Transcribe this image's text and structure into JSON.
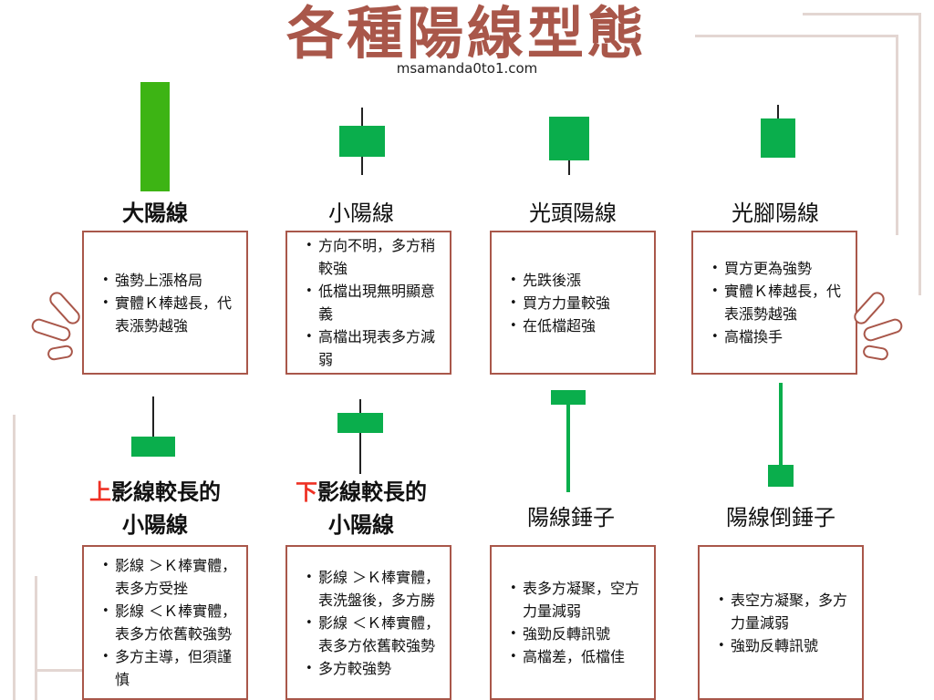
{
  "header": {
    "title": "各種陽線型態",
    "subtitle": "msamanda0to1.com"
  },
  "colors": {
    "title": "#a9574a",
    "box_border": "#a9574a",
    "candle_bright": "#3db414",
    "candle_green": "#0aae4c",
    "highlight": "#ee3124",
    "wick": "#222222"
  },
  "patterns": [
    {
      "name": "大陽線",
      "items": [
        "強勢上漲格局",
        "實體Ｋ棒越長，代表漲勢越強"
      ]
    },
    {
      "name": "小陽線",
      "items": [
        "方向不明，多方稍較強",
        "低檔出現無明顯意義",
        "高檔出現表多方減弱"
      ]
    },
    {
      "name": "光頭陽線",
      "items": [
        "先跌後漲",
        "買方力量較強",
        "在低檔超強"
      ]
    },
    {
      "name": "光腳陽線",
      "items": [
        "買方更為強勢",
        "實體Ｋ棒越長，代表漲勢越強",
        "高檔換手"
      ]
    },
    {
      "name_highlight": "上",
      "name_rest": "影線較長的",
      "name_line2": "小陽線",
      "items": [
        "影線 ＞Ｋ棒實體，表多方受挫",
        "影線 ＜Ｋ棒實體，表多方依舊較強勢",
        "多方主導，但須謹慎"
      ]
    },
    {
      "name_highlight": "下",
      "name_rest": "影線較長的",
      "name_line2": "小陽線",
      "items": [
        "影線 ＞Ｋ棒實體，表洗盤後，多方勝",
        "影線 ＜Ｋ棒實體，表多方依舊較強勢",
        "多方較強勢"
      ]
    },
    {
      "name": "陽線錘子",
      "items": [
        "表多方凝聚，空方力量減弱",
        "強勁反轉訊號",
        "高檔差，低檔佳"
      ]
    },
    {
      "name": "陽線倒錘子",
      "items": [
        "表空方凝聚，多方力量減弱",
        "強勁反轉訊號"
      ]
    }
  ]
}
